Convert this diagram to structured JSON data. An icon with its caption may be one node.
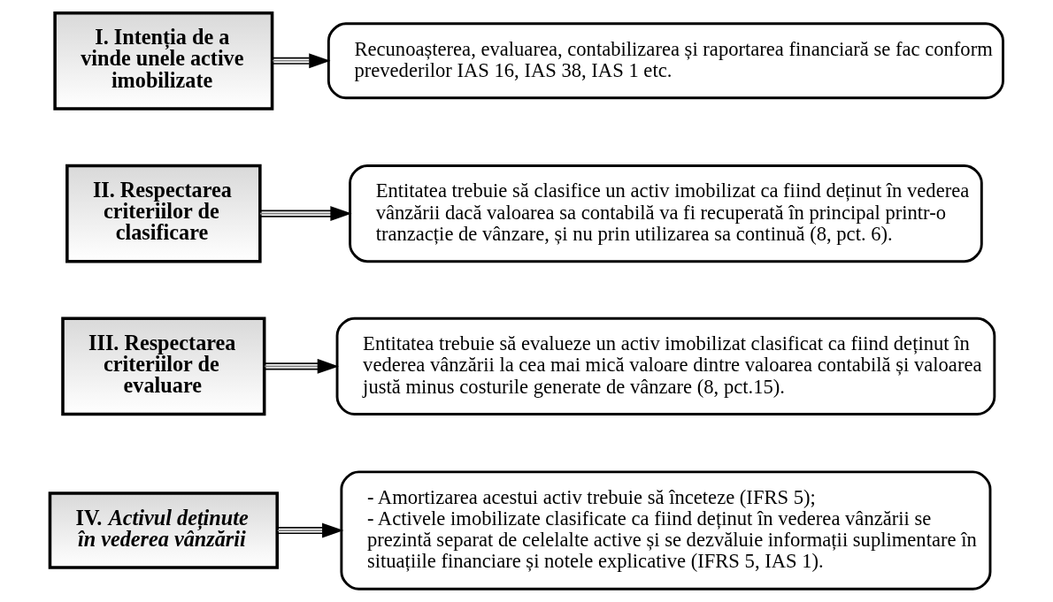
{
  "diagram": {
    "nodes": [
      {
        "text": [
          "I. Intenția de a vinde unele active imobilizate"
        ]
      },
      {
        "text": [
          "Recunoașterea, evaluarea, contabilizarea și raportarea financiară se fac conform prevederilor IAS 16, IAS 38, IAS 1 etc."
        ]
      },
      {
        "text": [
          "II. Respectarea criteriilor de clasificare"
        ]
      },
      {
        "text": [
          "Entitatea trebuie să clasifice un activ imobilizat ca fiind deținut în vederea vânzării dacă valoarea sa contabilă va fi recuperată în principal printr-o tranzacție de vânzare, și nu prin utilizarea sa continuă (8, pct. 6)."
        ]
      },
      {
        "text": [
          "III. Respectarea criteriilor de evaluare"
        ]
      },
      {
        "text": [
          "Entitatea trebuie să evalueze un activ imobilizat clasificat ca fiind deținut în vederea vânzării la cea mai mică valoare dintre valoarea contabilă și valoarea justă minus costurile generate de vânzare (8, pct.15)."
        ]
      },
      {
        "text": [
          "IV. *Activul deținute în vederea vânzării*"
        ]
      },
      {
        "text": [
          "- Amortizarea acestui activ trebuie să înceteze (IFRS 5);",
          "- Activele imobilizate clasificate ca fiind deținut în vederea vânzării se prezintă separat de celelalte active și se dezvăluie informații suplimentare în situațiile financiare și notele explicative (IFRS 5, IAS 1)."
        ]
      }
    ],
    "edges": [
      {
        "from": 0,
        "to": 1,
        "arrow": "to"
      },
      {
        "from": 2,
        "to": 3,
        "arrow": "to"
      },
      {
        "from": 4,
        "to": 5,
        "arrow": "to"
      },
      {
        "from": 6,
        "to": 7,
        "arrow": "to"
      }
    ]
  }
}
